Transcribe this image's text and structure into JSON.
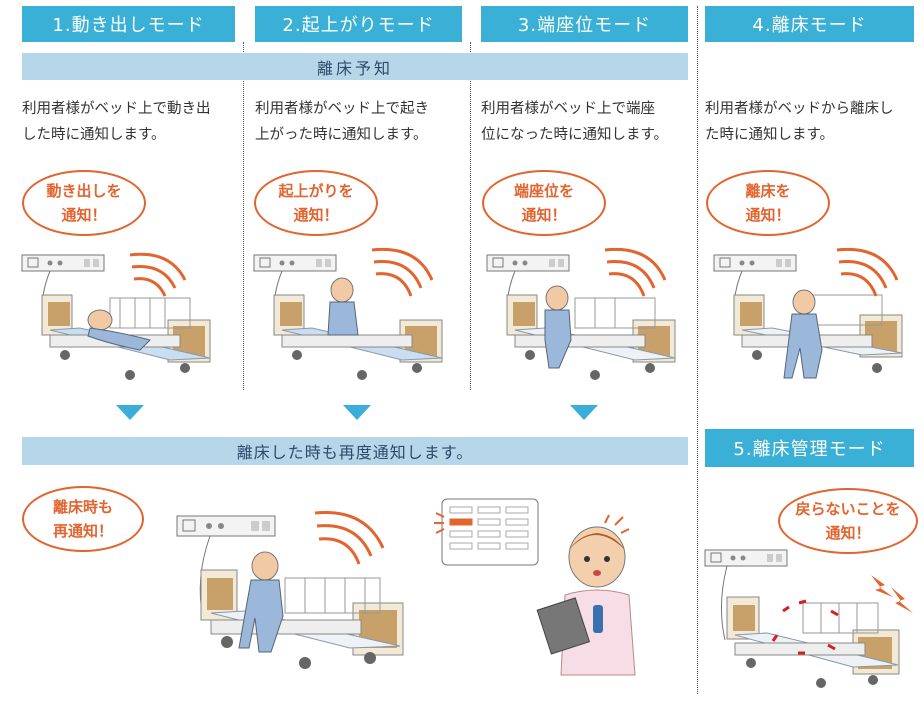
{
  "modes": [
    {
      "label": "1.動き出しモード",
      "desc": [
        "利用者様がベッド上で動き出",
        "した時に通知します。"
      ],
      "bubble": [
        "動き出しを",
        "通知！"
      ]
    },
    {
      "label": "2.起上がりモード",
      "desc": [
        "利用者様がベッド上で起き",
        "上がった時に通知します。"
      ],
      "bubble": [
        "起上がりを",
        "通知！"
      ]
    },
    {
      "label": "3.端座位モード",
      "desc": [
        "利用者様がベッド上で端座",
        "位になった時に通知します。"
      ],
      "bubble": [
        "端座位を",
        "通知！"
      ]
    },
    {
      "label": "4.離床モード",
      "desc": [
        "利用者様がベッドから離床し",
        "た時に通知します。"
      ],
      "bubble": [
        "離床を",
        "通知！"
      ]
    }
  ],
  "band_top": "離床予知",
  "band_middle": "離床した時も再度通知します。",
  "bubble_bottom": [
    "離床時も",
    "再通知！"
  ],
  "mode5": {
    "label": "5.離床管理モード",
    "bubble": [
      "戻らないことを",
      "通知！"
    ]
  },
  "colors": {
    "tab": "#3bb0d6",
    "band": "#b6d7e9",
    "accent": "#e2642e",
    "arrow": "#3aaed8"
  }
}
